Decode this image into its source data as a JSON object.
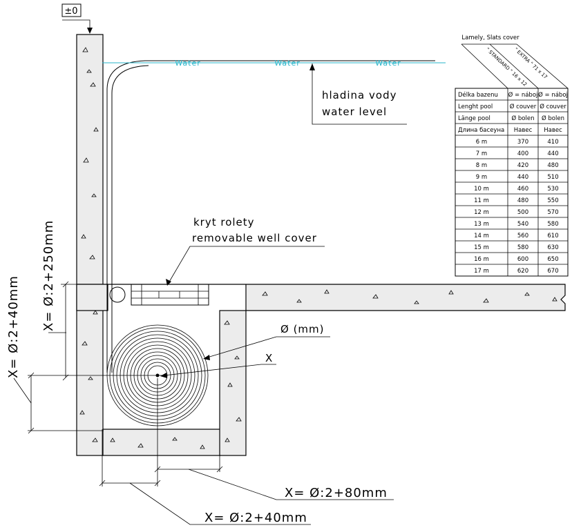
{
  "level_marker": "±0",
  "water": {
    "labels": [
      "Water",
      "Water",
      "Water"
    ],
    "color": "#27b3c8"
  },
  "labels": {
    "water_level_cz": "hladina vody",
    "water_level_en": "water level",
    "cover_cz": "kryt rolety",
    "cover_en": "removable well cover",
    "diameter": "Ø (mm)",
    "x": "X"
  },
  "dimensions": {
    "vertical_250": "X= Ø:2+250mm",
    "vertical_40": "X= Ø:2+40mm",
    "horizontal_80": "X= Ø:2+80mm",
    "horizontal_40": "X= Ø:2+40mm"
  },
  "table": {
    "title": "Lamely, Slats cover",
    "col_headers": [
      "\" STANDARD \" 16 x 12",
      "\" EXTRA \" 71 x 17"
    ],
    "header_rows": [
      [
        "Délka bazenu",
        "Ø = náboj",
        "Ø = náboj"
      ],
      [
        "Lenght  pool",
        "Ø couver",
        "Ø couver"
      ],
      [
        "Länge pool",
        "Ø bolen",
        "Ø bolen"
      ],
      [
        "Длина басеуна",
        "Навес",
        "Навес"
      ]
    ],
    "rows": [
      [
        "6 m",
        "370",
        "410"
      ],
      [
        "7 m",
        "400",
        "440"
      ],
      [
        "8 m",
        "420",
        "480"
      ],
      [
        "9 m",
        "440",
        "510"
      ],
      [
        "10 m",
        "460",
        "530"
      ],
      [
        "11 m",
        "480",
        "550"
      ],
      [
        "12 m",
        "500",
        "570"
      ],
      [
        "13 m",
        "540",
        "580"
      ],
      [
        "14 m",
        "560",
        "610"
      ],
      [
        "15 m",
        "580",
        "630"
      ],
      [
        "16 m",
        "600",
        "650"
      ],
      [
        "17 m",
        "620",
        "670"
      ]
    ]
  }
}
